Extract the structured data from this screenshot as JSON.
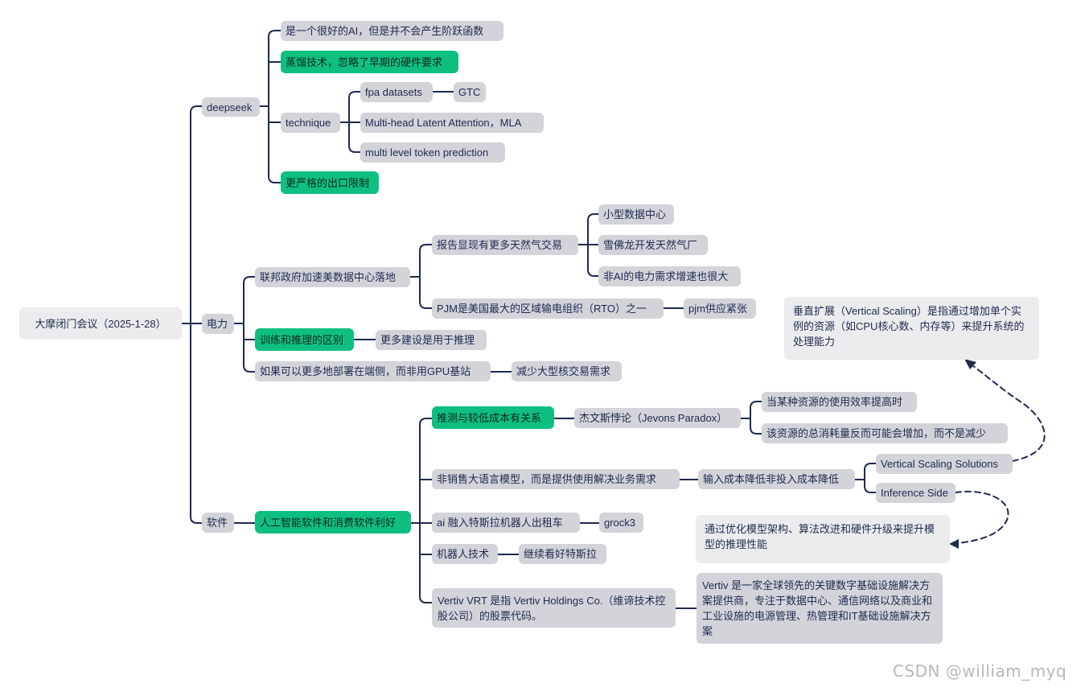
{
  "root": "大摩闭门会议（2025-1-28）",
  "branches": {
    "deepseek": {
      "label": "deepseek",
      "items": {
        "good_ai": "是一个很好的AI，但是并不会产生阶跃函数",
        "distill": "蒸馏技术，忽略了早期的硬件要求",
        "technique": "technique",
        "fpa": "fpa datasets",
        "gtc": "GTC",
        "mla": "Multi-head Latent Attention，MLA",
        "mltp": "multi level token prediction",
        "export": "更严格的出口限制"
      }
    },
    "power": {
      "label": "电力",
      "items": {
        "federal": "联邦政府加速美数据中心落地",
        "gas_report": "报告显现有更多天然气交易",
        "small_dc": "小型数据中心",
        "chevron": "雪佛龙开发天然气厂",
        "non_ai": "非AI的电力需求增速也很大",
        "pjm": "PJM是美国最大的区域输电组织（RTO）之一",
        "pjm_tight": "pjm供应紧张",
        "train_infer": "训练和推理的区别",
        "more_infer": "更多建设是用于推理",
        "edge": "如果可以更多地部署在端侧，而非用GPU基站",
        "reduce": "减少大型核交易需求"
      }
    },
    "software": {
      "label": "软件",
      "items": {
        "ai_sw": "人工智能软件和消费软件利好",
        "speculate": "推测与较低成本有关系",
        "jevons": "杰文斯悖论（Jevons Paradox）",
        "jevons_1": "当某种资源的使用效率提高时",
        "jevons_2": "该资源的总消耗量反而可能会增加，而不是减少",
        "not_sell": "非销售大语言模型，而是提供使用解决业务需求",
        "input_cost": "输入成本降低非投入成本降低",
        "vss": "Vertical Scaling Solutions",
        "infer_side": "Inference Side",
        "tesla": "ai 融入特斯拉机器人出租车",
        "grock": "grock3",
        "robot": "机器人技术",
        "bullish": "继续看好特斯拉",
        "vertiv": "Vertiv VRT 是指 Vertiv Holdings Co.（维谛技术控股公司）的股票代码。",
        "vertiv_desc": "Vertiv 是一家全球领先的关键数字基础设施解决方案提供商，专注于数据中心、通信网络以及商业和工业设施的电源管理、热管理和IT基础设施解决方案"
      }
    }
  },
  "notes": {
    "vertical_scaling": "垂直扩展（Vertical Scaling）是指通过增加单个实例的资源（如CPU核心数、内存等）来提升系统的处理能力",
    "inference": "通过优化模型架构、算法改进和硬件升级来提升模型的推理性能"
  },
  "watermark": "CSDN @william_myq",
  "colors": {
    "node": "#d3d3d9",
    "highlight": "#0fbf7f",
    "note": "#ececee",
    "line": "#1e2b4f",
    "text": "#1e2b4f"
  }
}
